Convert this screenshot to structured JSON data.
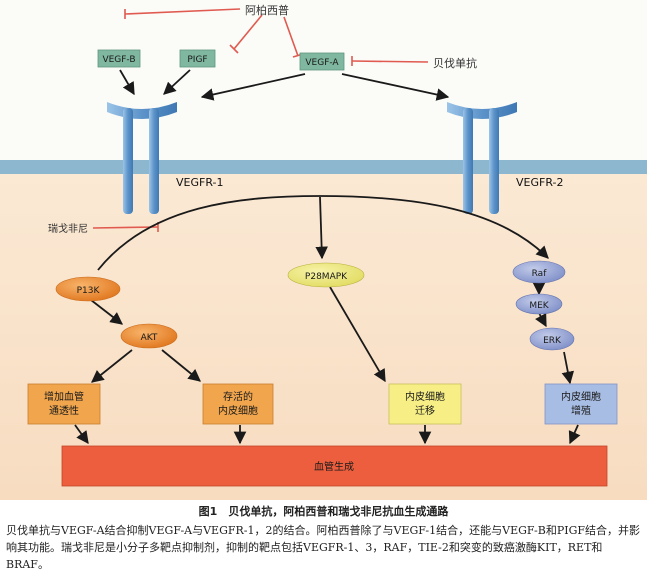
{
  "diagram": {
    "drugs": {
      "aflibercept": "阿柏西普",
      "bevacizumab": "贝伐单抗",
      "regorafenib": "瑞戈非尼"
    },
    "ligands": {
      "vegf_b": "VEGF-B",
      "plgf": "PIGF",
      "vegf_a": "VEGF-A"
    },
    "receptors": {
      "vegfr1": "VEGFR-1",
      "vegfr2": "VEGFR-2"
    },
    "nodes": {
      "pi3k": "P13K",
      "akt": "AKT",
      "p38mapk": "P28MAPK",
      "raf": "Raf",
      "mek": "MEK",
      "erk": "ERK"
    },
    "outcomes": {
      "permeability": [
        "增加血管",
        "通透性"
      ],
      "survival": [
        "存活的",
        "内皮细胞"
      ],
      "migration": [
        "内皮细胞",
        "迁移"
      ],
      "proliferation": [
        "内皮细胞",
        "增殖"
      ],
      "angiogenesis": "血管生成"
    },
    "colors": {
      "extracellular": "#fbfbf7",
      "membrane": "#8eb6cf",
      "cytoplasm": "#fbe6cc",
      "ligand_box": "#7fb7a0",
      "receptor": "#6da2d4",
      "inhibitor": "#e05a50",
      "pi3k_oval": "#f0882a",
      "p38_oval": "#efe978",
      "raf_oval": "#9aa8d8",
      "box_orange": "#f1a64e",
      "box_yellow": "#f7ef86",
      "box_blue": "#a8bde4",
      "angiogenesis_bar": "#ec5e3e"
    }
  },
  "caption": {
    "title": "图1　贝伐单抗，阿柏西普和瑞戈非尼抗血生成通路",
    "body": "贝伐单抗与VEGF-A结合抑制VEGF-A与VEGFR-1，2的结合。阿柏西普除了与VEGF-1结合，还能与VEGF-B和PIGF结合，并影响其功能。瑞戈非尼是小分子多靶点抑制剂，抑制的靶点包括VEGFR-1、3，RAF，TIE-2和突变的致癌激酶KIT，RET和BRAF。"
  }
}
